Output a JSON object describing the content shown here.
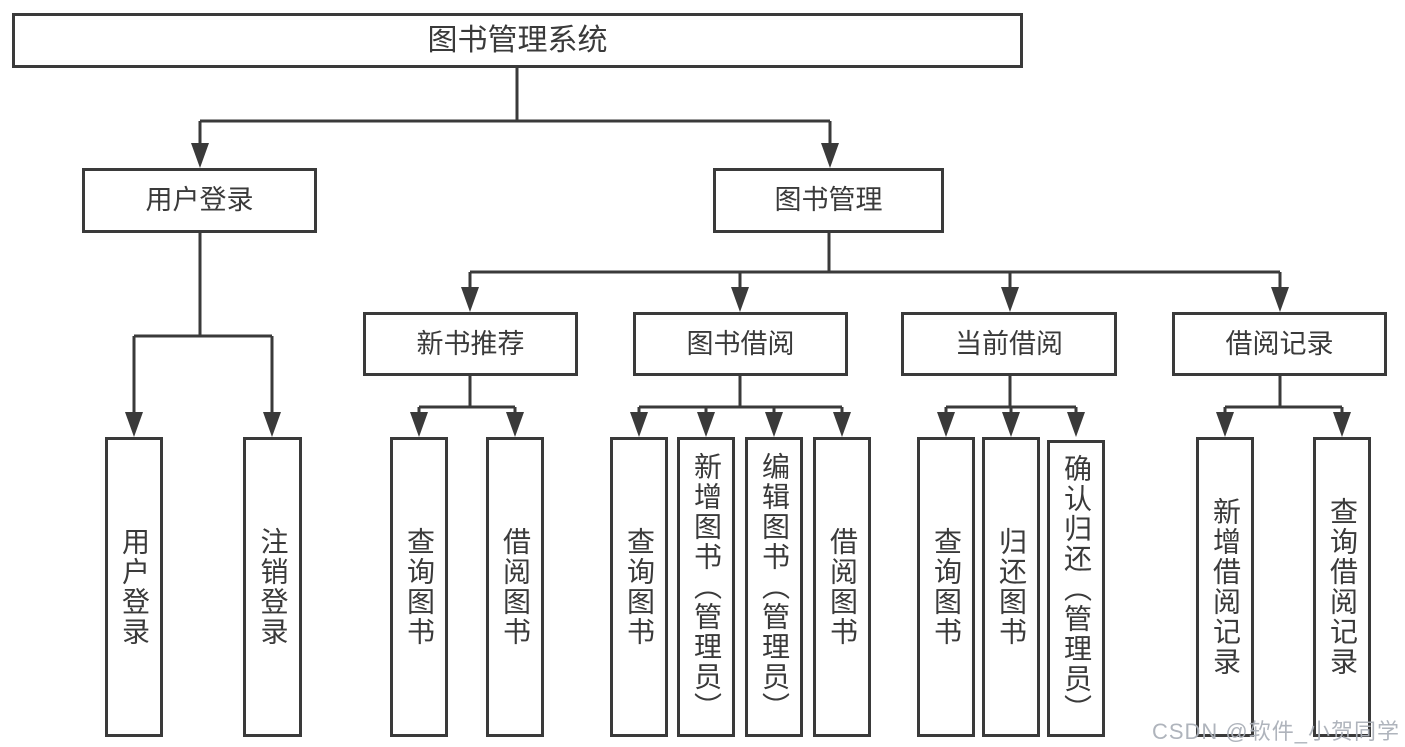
{
  "nodes": {
    "root": "图书管理系统",
    "user_login": "用户登录",
    "book_mgmt": "图书管理",
    "new_book_rec": "新书推荐",
    "book_borrow": "图书借阅",
    "current_borrow": "当前借阅",
    "borrow_record": "借阅记录",
    "leaf_user_login": "用户登录",
    "leaf_logout": "注销登录",
    "leaf_rec_query": "查询图书",
    "leaf_rec_borrow": "借阅图书",
    "leaf_bb_query": "查询图书",
    "leaf_bb_add": "新增图书（管理员）",
    "leaf_bb_edit": "编辑图书（管理员）",
    "leaf_bb_borrow": "借阅图书",
    "leaf_cb_query": "查询图书",
    "leaf_cb_return": "归还图书",
    "leaf_cb_confirm": "确认归还（管理员）",
    "leaf_br_add": "新增借阅记录",
    "leaf_br_query": "查询借阅记录"
  },
  "watermark": "CSDN @软件_小贺同学",
  "colors": {
    "line": "#3a3a3a",
    "text": "#3a3a3a",
    "watermark": "#abb0b8",
    "background": "#ffffff"
  }
}
